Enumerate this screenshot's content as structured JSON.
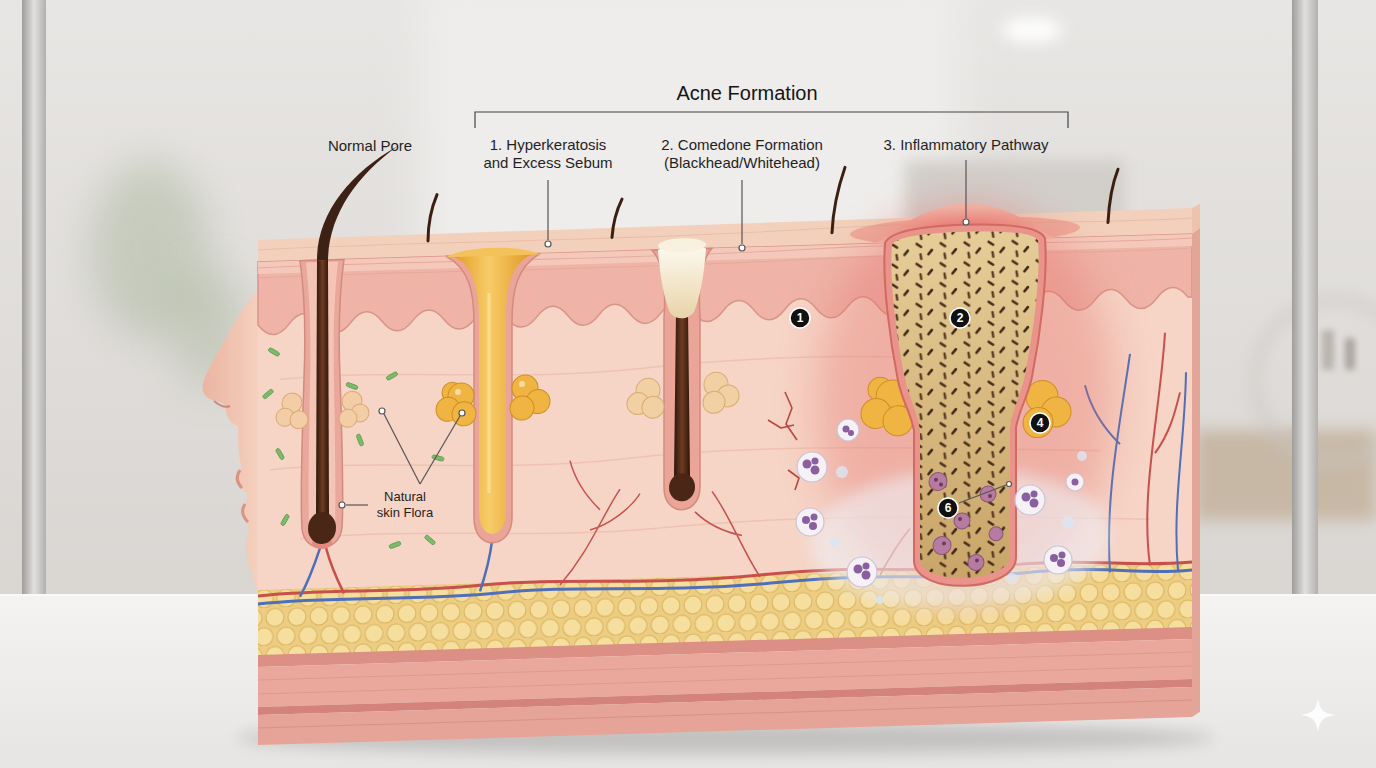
{
  "diagram": {
    "title": "Acne Formation",
    "labels": [
      "Normal Pore",
      "1. Hyperkeratosis and Excess Sebum",
      "2. Comedone Formation (Blackhead/Whitehead)",
      "3. Inflammatory Pathway",
      "Natural skin Flora",
      "1",
      "2",
      "4",
      "6"
    ]
  }
}
